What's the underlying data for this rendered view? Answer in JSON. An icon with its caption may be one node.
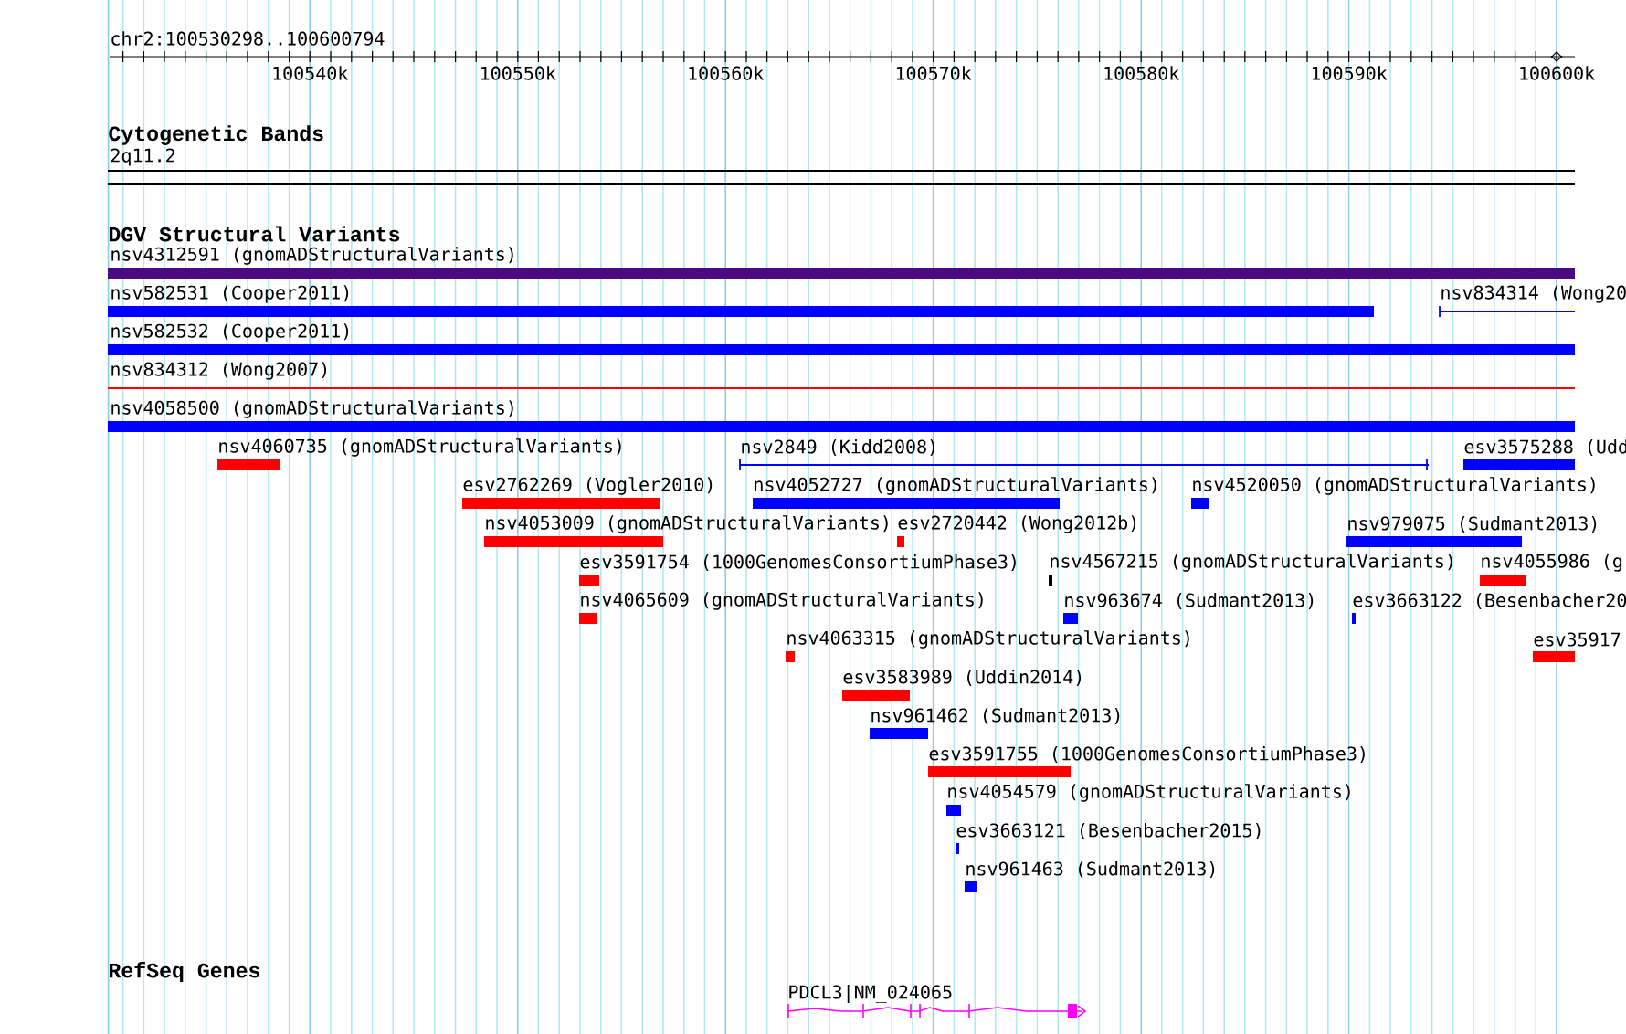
{
  "diagram": {
    "nodes": [
      {
        "text": [
          "nsv4312591 (gnomADStructuralVariants)"
        ]
      },
      {
        "text": [
          "nsv582531 (Cooper2011)"
        ]
      },
      {
        "text": [
          "nsv834314 (Wong20"
        ]
      },
      {
        "text": [
          "nsv582532 (Cooper2011)"
        ]
      },
      {
        "text": [
          "nsv834312 (Wong2007)"
        ]
      },
      {
        "text": [
          "nsv4058500 (gnomADStructuralVariants)"
        ]
      },
      {
        "text": [
          "nsv4060735 (gnomADStructuralVariants)"
        ]
      },
      {
        "text": [
          "nsv2849 (Kidd2008)"
        ]
      },
      {
        "text": [
          "esv3575288 (Udd"
        ]
      },
      {
        "text": [
          "esv2762269 (Vogler2010)"
        ]
      },
      {
        "text": [
          "nsv4052727 (gnomADStructuralVariants)"
        ]
      },
      {
        "text": [
          "nsv4520050 (gnomADStructuralVariants)"
        ]
      },
      {
        "text": [
          "nsv4053009 (gnomADStructuralVariants)"
        ]
      },
      {
        "text": [
          "esv2720442 (Wong2012b)"
        ]
      },
      {
        "text": [
          "nsv979075 (Sudmant2013)"
        ]
      },
      {
        "text": [
          "esv3591754 (1000GenomesConsortiumPhase3)"
        ]
      },
      {
        "text": [
          "nsv4567215 (gnomADStructuralVariants)"
        ]
      },
      {
        "text": [
          "nsv4055986 (g"
        ]
      },
      {
        "text": [
          "nsv4065609 (gnomADStructuralVariants)"
        ]
      },
      {
        "text": [
          "nsv963674 (Sudmant2013)"
        ]
      },
      {
        "text": [
          "esv3663122 (Besenbacher20"
        ]
      },
      {
        "text": [
          "nsv4063315 (gnomADStructuralVariants)"
        ]
      },
      {
        "text": [
          "esv35917"
        ]
      },
      {
        "text": [
          "esv3583989 (Uddin2014)"
        ]
      },
      {
        "text": [
          "nsv961462 (Sudmant2013)"
        ]
      },
      {
        "text": [
          "esv3591755 (1000GenomesConsortiumPhase3)"
        ]
      },
      {
        "text": [
          "nsv4054579 (gnomADStructuralVariants)"
        ]
      },
      {
        "text": [
          "esv3663121 (Besenbacher2015)"
        ]
      },
      {
        "text": [
          "nsv961463 (Sudmant2013)"
        ]
      },
      {
        "text": [
          "PDCL3|NM_024065"
        ]
      }
    ],
    "labels": [
      "chr2:100530298..100600794",
      "100540k",
      "100550k",
      "100560k",
      "100570k",
      "100580k",
      "100590k",
      "100600k",
      "Cytogenetic Bands",
      "2q11.2",
      "DGV Structural Variants",
      "RefSeq Genes"
    ]
  }
}
